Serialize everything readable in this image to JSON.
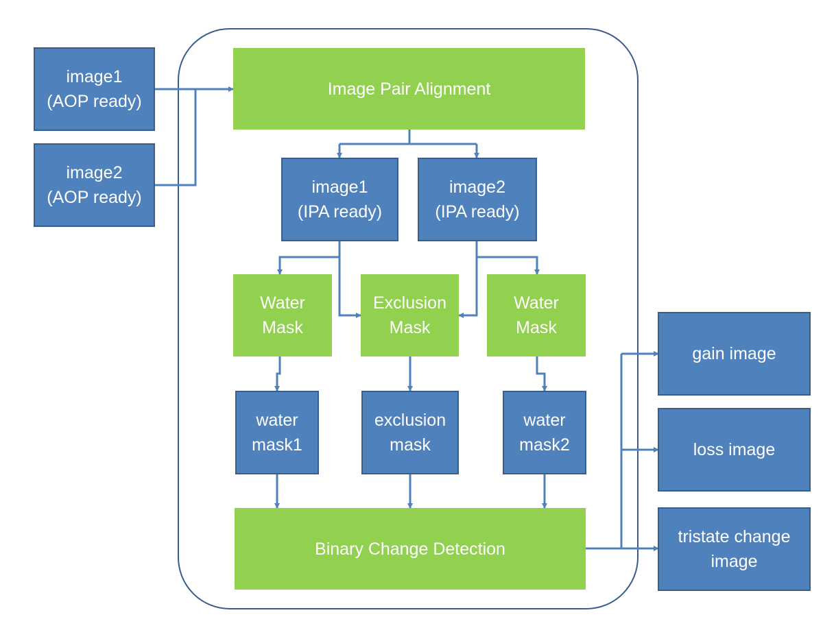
{
  "colors": {
    "input_box": "#4f81bd",
    "input_border": "#385d8a",
    "process_box": "#92d050",
    "text": "#ffffff",
    "connector": "#4f81bd",
    "container_outline": "#385d8a"
  },
  "inputs": {
    "image1": {
      "line1": "image1",
      "line2": "(AOP ready)"
    },
    "image2": {
      "line1": "image2",
      "line2": "(AOP ready)"
    }
  },
  "pipeline": {
    "image_pair_alignment": "Image Pair Alignment",
    "ipa_image1": {
      "line1": "image1",
      "line2": "(IPA ready)"
    },
    "ipa_image2": {
      "line1": "image2",
      "line2": "(IPA ready)"
    },
    "water_mask_left": {
      "line1": "Water",
      "line2": "Mask"
    },
    "exclusion_mask_process": {
      "line1": "Exclusion",
      "line2": "Mask"
    },
    "water_mask_right": {
      "line1": "Water",
      "line2": "Mask"
    },
    "water_mask1": {
      "line1": "water",
      "line2": "mask1"
    },
    "exclusion_mask": {
      "line1": "exclusion",
      "line2": "mask"
    },
    "water_mask2": {
      "line1": "water",
      "line2": "mask2"
    },
    "binary_change_detection": "Binary Change Detection"
  },
  "outputs": {
    "gain_image": "gain image",
    "loss_image": "loss image",
    "tristate_change_image": {
      "line1": "tristate change",
      "line2": "image"
    }
  }
}
